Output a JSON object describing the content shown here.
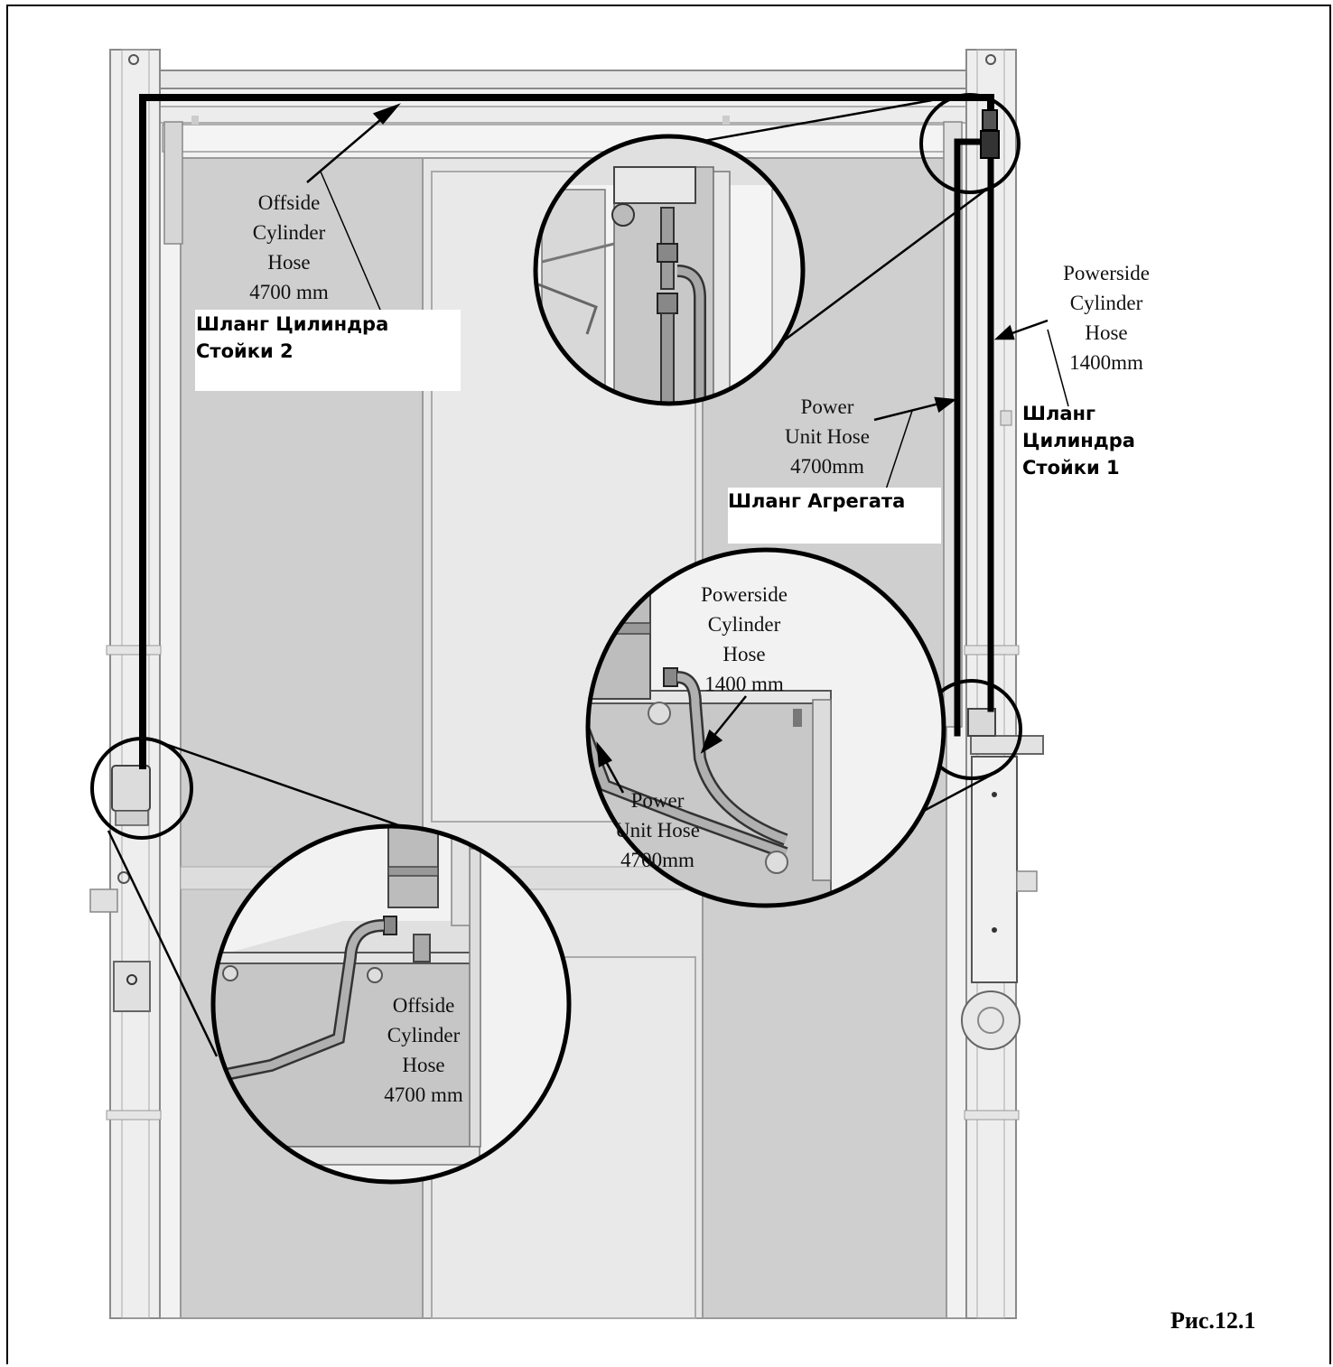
{
  "labels": {
    "offside_top": "Offside\nCylinder\nHose\n4700 mm",
    "offside_top_ru": "Шланг Цилиндра\nСтойки 2",
    "powerside_right": "Powerside\nCylinder\nHose\n1400mm",
    "powerside_right_ru": "Шланг\nЦилиндра\nСтойки 1",
    "power_unit_mid": "Power\nUnit Hose\n4700mm",
    "power_unit_mid_ru": "Шланг Агрегата",
    "zoom_right_powerside": "Powerside\nCylinder\nHose\n1400 mm",
    "zoom_right_power_unit": "Power\nUnit Hose\n4700mm",
    "zoom_left_offside": "Offside\nCylinder\nHose\n4700 mm"
  },
  "caption": "Рис.12.1",
  "colors": {
    "hose": "#000000",
    "panel_dark": "#cfcfcf",
    "panel_light": "#e6e6e6",
    "frame_line": "#9a9a9a"
  }
}
